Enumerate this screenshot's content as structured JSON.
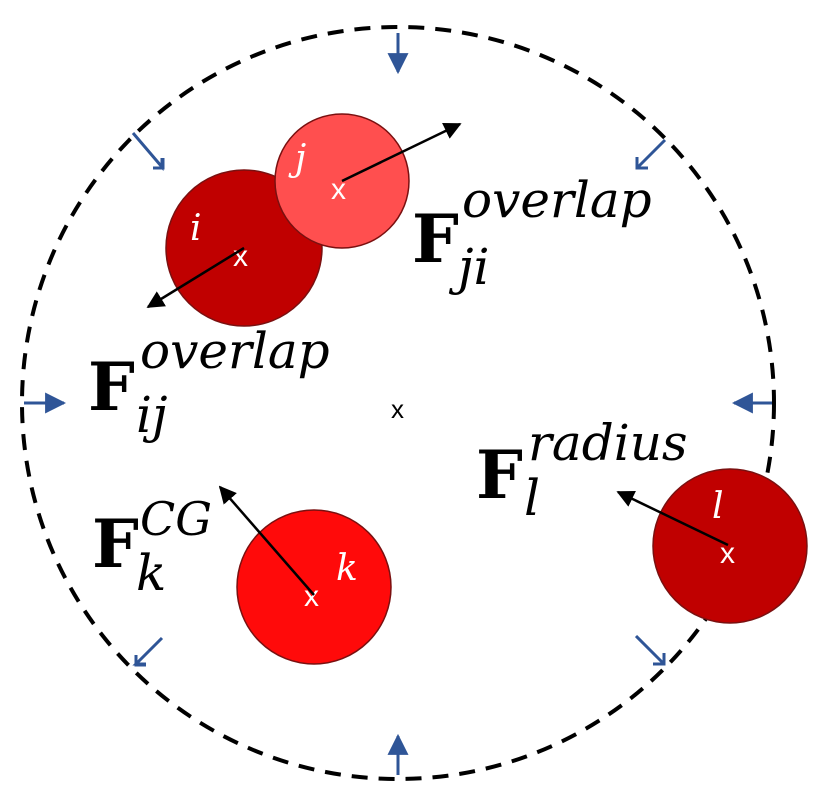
{
  "colors": {
    "boundary": "#000000",
    "inward_arrow": "#2f5597",
    "force_arrow": "#000000",
    "particle_i": "#c00000",
    "particle_j": "#ff4f4f",
    "particle_k": "#ff0a0a",
    "particle_l": "#c00000",
    "particle_stroke": "#7a1010"
  },
  "center_mark": "x",
  "particles": [
    {
      "id": "i",
      "label": "i",
      "center_mark": "x"
    },
    {
      "id": "j",
      "label": "j",
      "center_mark": "x"
    },
    {
      "id": "k",
      "label": "k",
      "center_mark": "x"
    },
    {
      "id": "l",
      "label": "l",
      "center_mark": "x"
    }
  ],
  "forces": {
    "ji": {
      "symbol": "F",
      "subscript": "ji",
      "superscript": "overlap"
    },
    "ij": {
      "symbol": "F",
      "subscript": "ij",
      "superscript": "overlap"
    },
    "k": {
      "symbol": "F",
      "subscript": "k",
      "superscript": "CG"
    },
    "l": {
      "symbol": "F",
      "subscript": "l",
      "superscript": "radius"
    }
  }
}
